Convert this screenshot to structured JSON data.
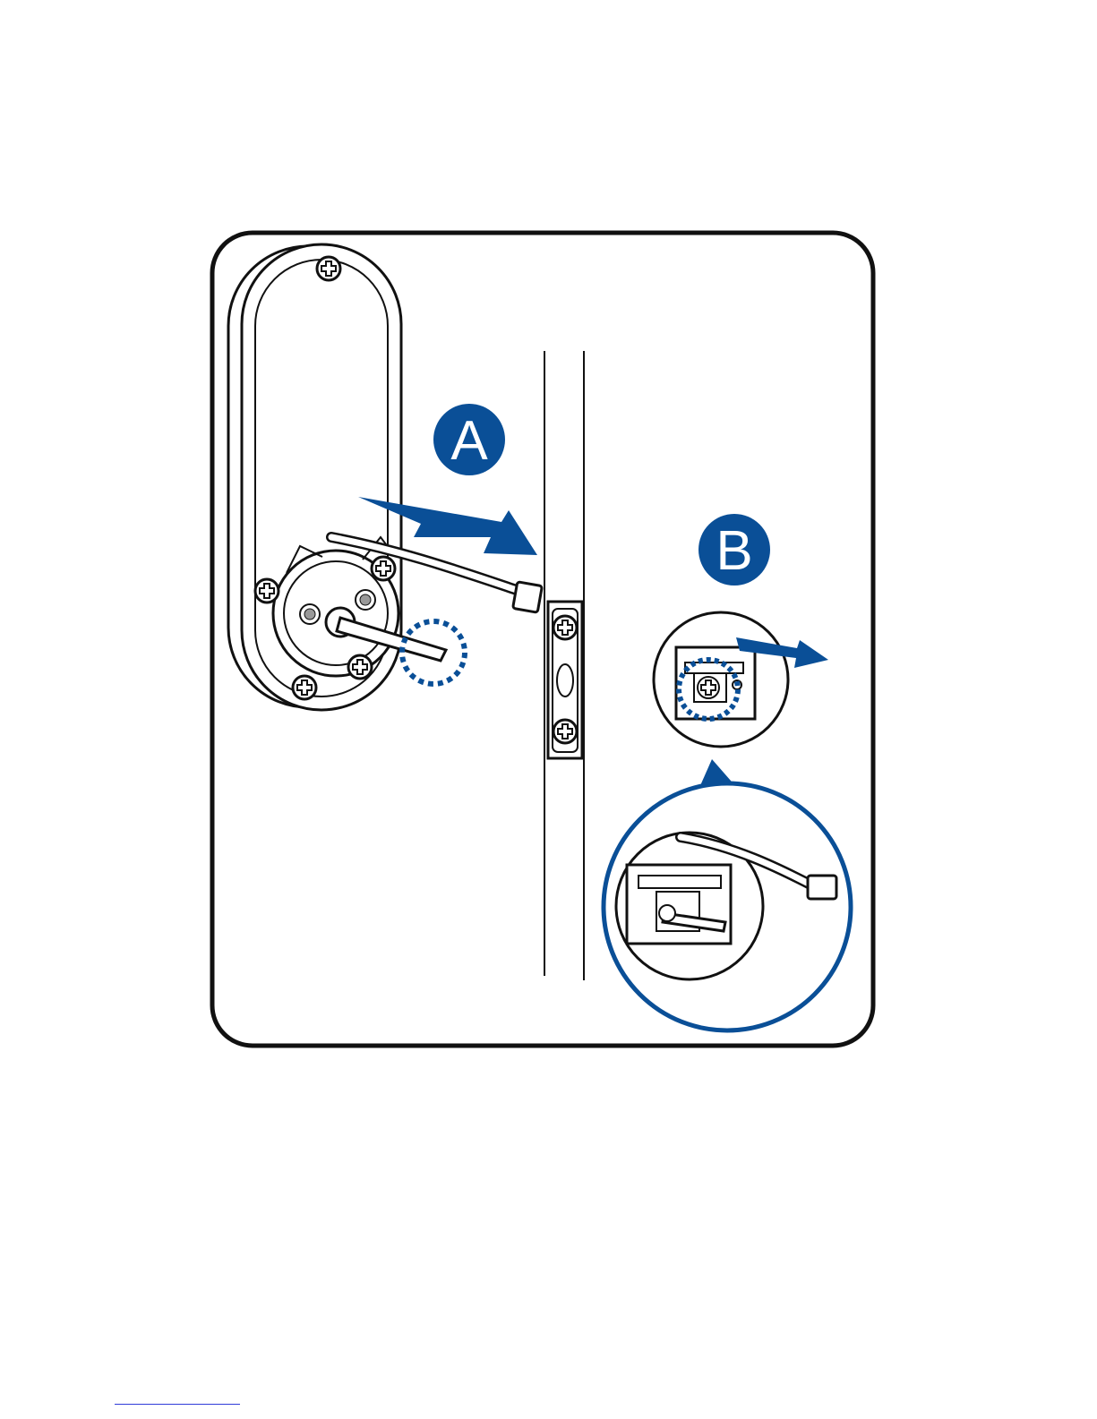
{
  "labels": {
    "step_a": "A",
    "step_b": "B"
  },
  "colors": {
    "accent": "#0a4f97",
    "outline": "#111111",
    "background": "#ffffff"
  },
  "icons": [
    "phillips-screw-icon",
    "arrow-right-icon",
    "dotted-highlight-circle",
    "magnifier-callout"
  ]
}
